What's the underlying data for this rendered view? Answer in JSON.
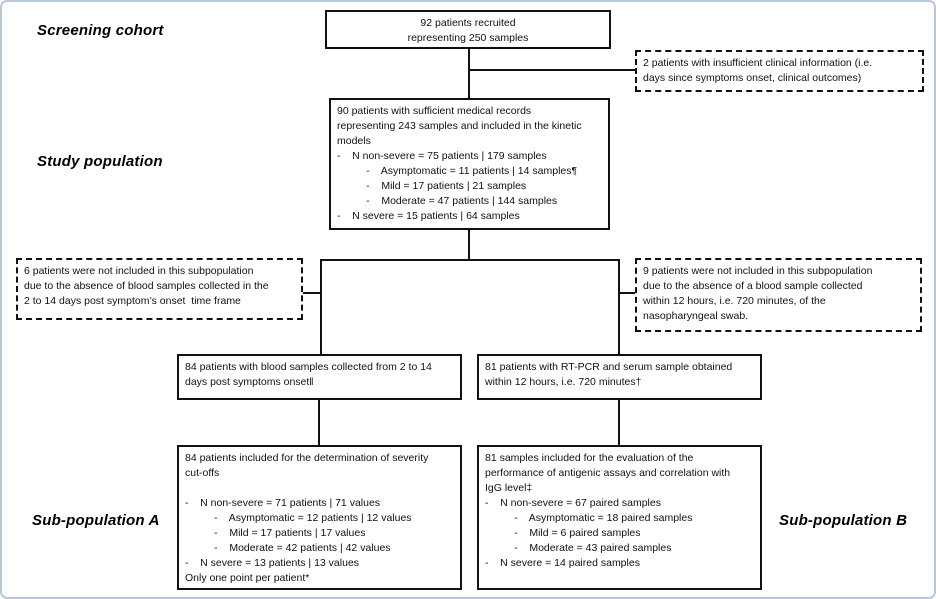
{
  "side_labels": {
    "screening_cohort": "Screening cohort",
    "study_population": "Study population",
    "sub_population_a": "Sub-population A",
    "sub_population_b": "Sub-population B"
  },
  "boxes": {
    "recruited": {
      "lines": [
        "92 patients recruited",
        "representing 250 samples"
      ]
    },
    "insufficient_info": {
      "lines": [
        "2 patients with insufficient clinical information (i.e.",
        "days since symptoms onset, clinical outcomes)"
      ]
    },
    "study_population": {
      "lines": [
        "90 patients with sufficient medical records",
        "representing 243 samples and included in the kinetic",
        "models",
        "-    N non-severe = 75 patients | 179 samples",
        "          -    Asymptomatic = 11 patients | 14 samples¶",
        "          -    Mild = 17 patients | 21 samples",
        "          -    Moderate = 47 patients | 144 samples",
        "-    N severe = 15 patients | 64 samples"
      ]
    },
    "excluded_left": {
      "lines": [
        "6 patients were not included in this subpopulation",
        "due to the absence of blood samples collected in the",
        "2 to 14 days post symptom’s onset  time frame"
      ]
    },
    "excluded_right": {
      "lines": [
        "9 patients were not included in this subpopulation",
        "due to the absence of a blood sample collected",
        "within 12 hours, i.e. 720 minutes, of the",
        "nasopharyngeal swab."
      ]
    },
    "blood_samples_window": {
      "lines": [
        "84 patients with blood samples collected from 2 to 14",
        "days post symptoms onset‖"
      ]
    },
    "rtpcr_serum": {
      "lines": [
        "81 patients with RT-PCR and serum sample obtained",
        "within 12 hours, i.e. 720 minutes†"
      ]
    },
    "severity_cutoffs": {
      "lines": [
        "84 patients included for the determination of severity",
        "cut-offs",
        "",
        "-    N non-severe = 71 patients | 71 values",
        "          -    Asymptomatic = 12 patients | 12 values",
        "          -    Mild = 17 patients | 17 values",
        "          -    Moderate = 42 patients | 42 values",
        "-    N severe = 13 patients | 13 values",
        "Only one point per patient*"
      ]
    },
    "antigenic_assays": {
      "lines": [
        "81 samples included for the evaluation of the",
        "performance of antigenic assays and correlation with",
        "IgG level‡",
        "-    N non-severe = 67 paired samples",
        "          -    Asymptomatic = 18 paired samples",
        "          -    Mild = 6 paired samples",
        "          -    Moderate = 43 paired samples",
        "-    N severe = 14 paired samples"
      ]
    }
  },
  "colors": {
    "box_border": "#111111",
    "page_border": "#b9c7d6",
    "background": "#ffffff"
  }
}
